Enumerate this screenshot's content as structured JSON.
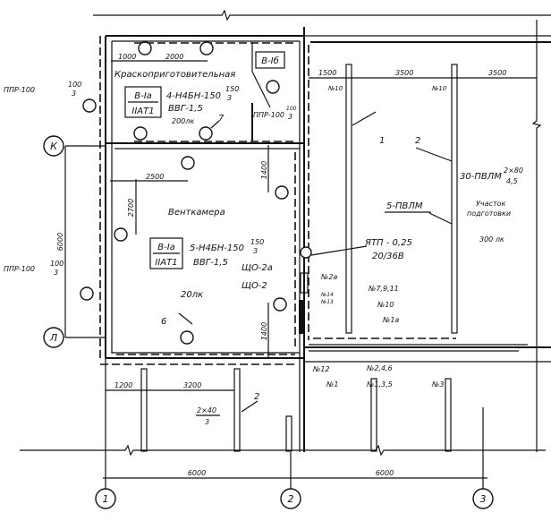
{
  "rooms": {
    "paint_room": {
      "name": "Краскоприготовительная",
      "class_top": "В-Iа",
      "class_bottom": "IIАТ1",
      "fixture": "4-Н4БН-150",
      "fixture_frac_top": "150",
      "fixture_frac_bottom": "3",
      "cable": "ВВГ-1,5",
      "lux": "200лк",
      "callout": "7",
      "dim_a": "1000",
      "dim_b": "2000"
    },
    "small_room": {
      "class": "В-Iб"
    },
    "vent_room": {
      "name": "Венткамера",
      "class_top": "В-Iа",
      "class_bottom": "IIАТ1",
      "fixture": "5-Н4БН-150",
      "fixture_frac_top": "150",
      "fixture_frac_bottom": "3",
      "cable": "ВВГ-1,5",
      "lux": "20лк",
      "callout": "6",
      "dim_h": "2500",
      "dim_v": "2700",
      "dim_r1": "1400",
      "dim_r2": "1400"
    },
    "prep_area": {
      "name_line1": "Участок",
      "name_line2": "подготовки",
      "lux": "300 лк",
      "fixture": "30-ПВЛМ",
      "fixture_frac_top": "2×80",
      "fixture_frac_bottom": "4,5",
      "row_label": "5-ПВЛМ",
      "callout1": "1",
      "callout2": "2",
      "dim1": "1500",
      "dim2": "3500",
      "dim3": "3500",
      "line_no_a": "№10",
      "line_no_b": "№10"
    }
  },
  "outdoor_lamps": [
    {
      "label": "ППР-100",
      "frac_top": "100",
      "frac_bottom": "3"
    },
    {
      "label": "ППР-100",
      "frac_top": "100",
      "frac_bottom": "3"
    },
    {
      "label": "ППР-100",
      "frac_top": "100",
      "frac_bottom": "3"
    }
  ],
  "panels": {
    "transformer": "ЯТП - 0,25",
    "transformer_rating": "20/36В",
    "panel_a": "ЩО-2а",
    "panel": "ЩО-2",
    "lines": [
      "№2а",
      "№14",
      "№13",
      "№7,9,11",
      "№10",
      "№1а",
      "№12",
      "№2,4,6",
      "№1,3,5",
      "№1",
      "№3"
    ]
  },
  "lower_area": {
    "dim1": "1200",
    "dim2": "3200",
    "fixture_frac_top": "2×40",
    "fixture_frac_bottom": "3",
    "callout": "2"
  },
  "axes": {
    "rows": [
      "К",
      "Л"
    ],
    "row_dim": "6000",
    "cols": [
      "1",
      "2",
      "3"
    ],
    "col_dims": [
      "6000",
      "6000"
    ]
  }
}
